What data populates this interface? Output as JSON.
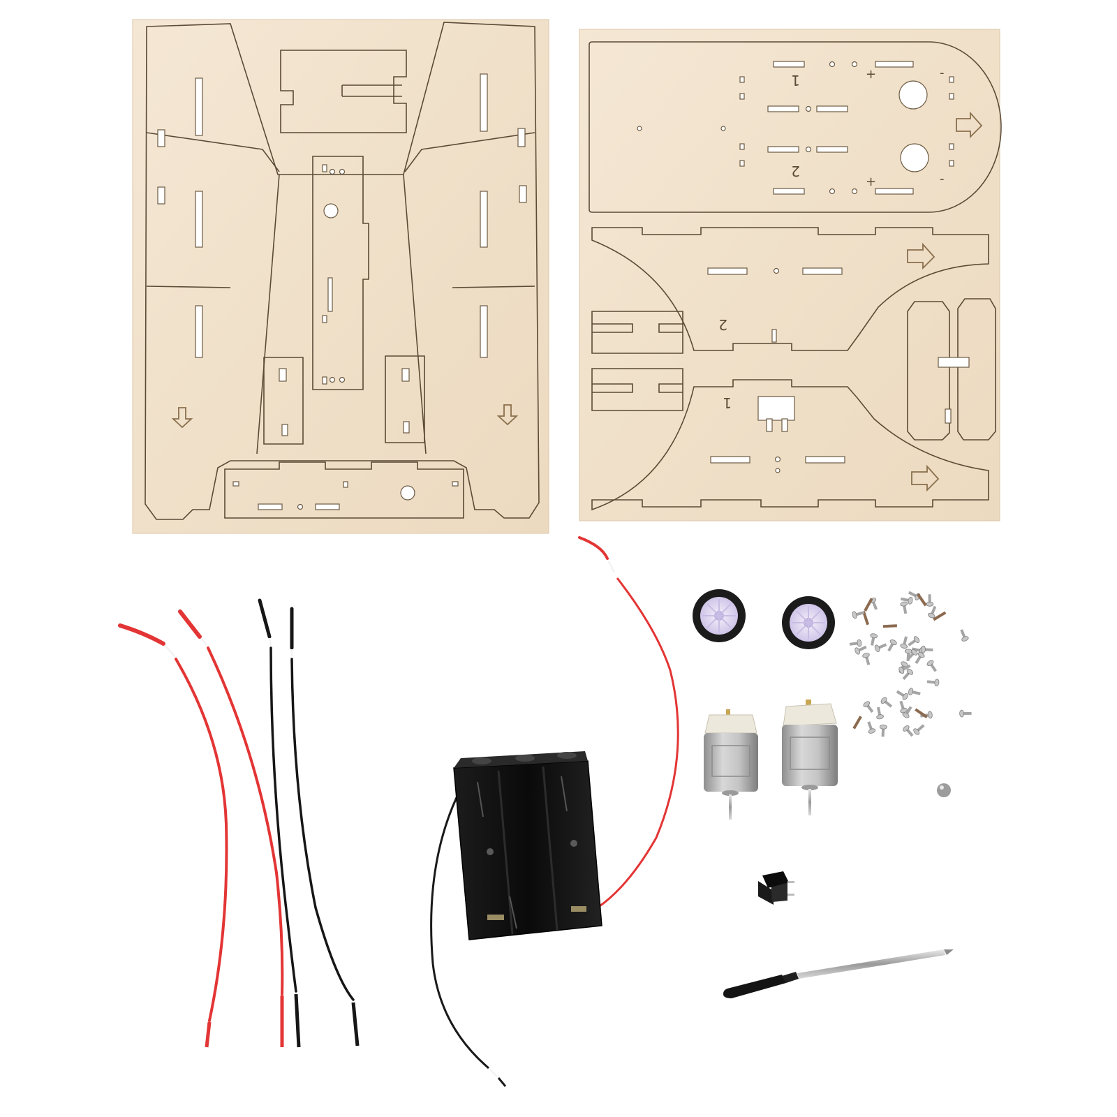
{
  "image": {
    "description_free": true,
    "background": "#ffffff"
  },
  "palette": {
    "plywood": "#f1e3cf",
    "plywood_edge": "#d9c4a6",
    "laser_cut": "#5b4a35",
    "wire_red": "#e23b3b",
    "wire_black": "#1a1a1a",
    "holder_black": "#111111",
    "motor_silver": "#b9b9b9",
    "motor_cap": "#ece8dc",
    "wheel_tire": "#1b1b1b",
    "wheel_hub": "#e6e0f2",
    "screwdriver_handle": "#141414",
    "screw_silver": "#a9a9a9"
  },
  "engraved_marks": {
    "panel_top_left_number": "1",
    "panel_top_right_number": "2",
    "plus_sign": "+",
    "minus_sign": "-",
    "mid_panel_number": "2",
    "lower_panel_number": "1"
  },
  "items": [
    {
      "name": "left-plywood-sheet",
      "icon": "plywood-sheet-icon"
    },
    {
      "name": "right-plywood-sheet",
      "icon": "plywood-sheet-icon"
    },
    {
      "name": "red-wire",
      "icon": "wire-icon"
    },
    {
      "name": "black-wire",
      "icon": "wire-icon"
    },
    {
      "name": "battery-holder",
      "icon": "battery-holder-icon"
    },
    {
      "name": "wheel",
      "icon": "wheel-icon"
    },
    {
      "name": "dc-motor",
      "icon": "motor-icon"
    },
    {
      "name": "screws",
      "icon": "screw-icon"
    },
    {
      "name": "rocker-switch",
      "icon": "switch-icon"
    },
    {
      "name": "screwdriver",
      "icon": "screwdriver-icon"
    }
  ]
}
